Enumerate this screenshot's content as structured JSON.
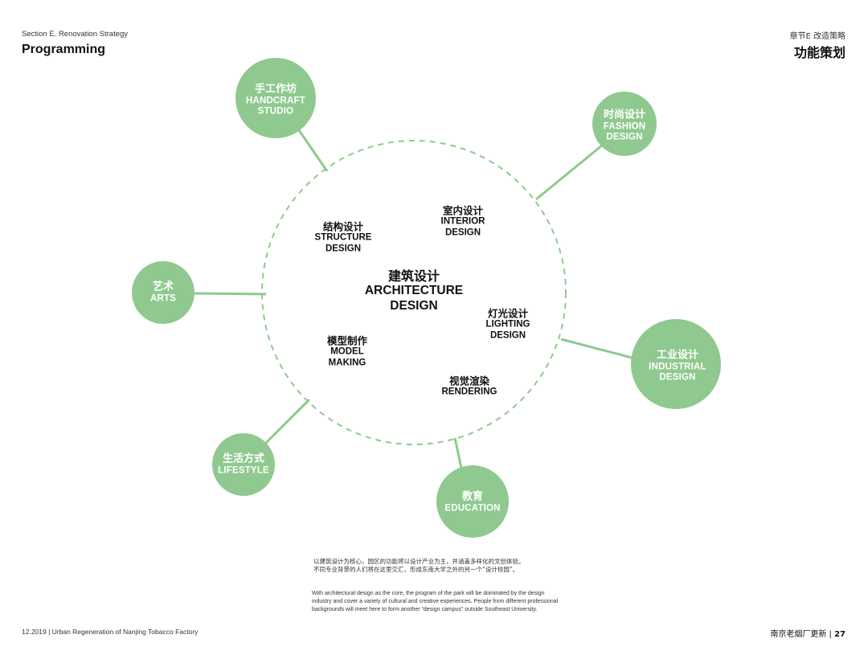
{
  "header": {
    "section_label": "Section E. Renovation Strategy",
    "title": "Programming",
    "section_label_cn": "章节E 改造策略",
    "title_cn": "功能策划"
  },
  "diagram": {
    "accent_color": "#8fc98f",
    "core": {
      "cn": "建筑设计",
      "en_line1": "ARCHITECTURE",
      "en_line2": "DESIGN"
    },
    "inner_items": [
      {
        "id": "structure",
        "cn": "结构设计",
        "en_line1": "STRUCTURE",
        "en_line2": "DESIGN"
      },
      {
        "id": "interior",
        "cn": "室内设计",
        "en_line1": "INTERIOR",
        "en_line2": "DESIGN"
      },
      {
        "id": "lighting",
        "cn": "灯光设计",
        "en_line1": "LIGHTING",
        "en_line2": "DESIGN"
      },
      {
        "id": "model",
        "cn": "模型制作",
        "en_line1": "MODEL",
        "en_line2": "MAKING"
      },
      {
        "id": "rendering",
        "cn": "视觉渲染",
        "en_line1": "RENDERING",
        "en_line2": ""
      }
    ],
    "outer_nodes": [
      {
        "id": "handcraft",
        "cn": "手工作坊",
        "en_line1": "HANDCRAFT",
        "en_line2": "STUDIO"
      },
      {
        "id": "fashion",
        "cn": "时尚设计",
        "en_line1": "FASHION",
        "en_line2": "DESIGN"
      },
      {
        "id": "arts",
        "cn": "艺术",
        "en_line1": "ARTS",
        "en_line2": ""
      },
      {
        "id": "industrial",
        "cn": "工业设计",
        "en_line1": "INDUSTRIAL",
        "en_line2": "DESIGN"
      },
      {
        "id": "lifestyle",
        "cn": "生活方式",
        "en_line1": "LIFESTYLE",
        "en_line2": ""
      },
      {
        "id": "education",
        "cn": "教育",
        "en_line1": "EDUCATION",
        "en_line2": ""
      }
    ]
  },
  "description": {
    "cn_line1": "以建筑设计为核心，园区的功能将以设计产业为主，并涵盖多样化的文创体验。",
    "cn_line2": "不同专业背景的人们将在这里交汇，形成东南大学之外的另一个“设计校园”。",
    "en": "With architectural design as the core, the program of the park will be dominated by the design industry and cover a variety of cultural and creative experiences. People from different professional backgrounds will meet here to form another “design campus” outside Southeast University."
  },
  "footer": {
    "left": "12.2019  |  Urban Regeneration of Nanjing Tobacco Factory",
    "right_title": "南京老烟厂更新",
    "separator": "|",
    "page_number": "27"
  }
}
